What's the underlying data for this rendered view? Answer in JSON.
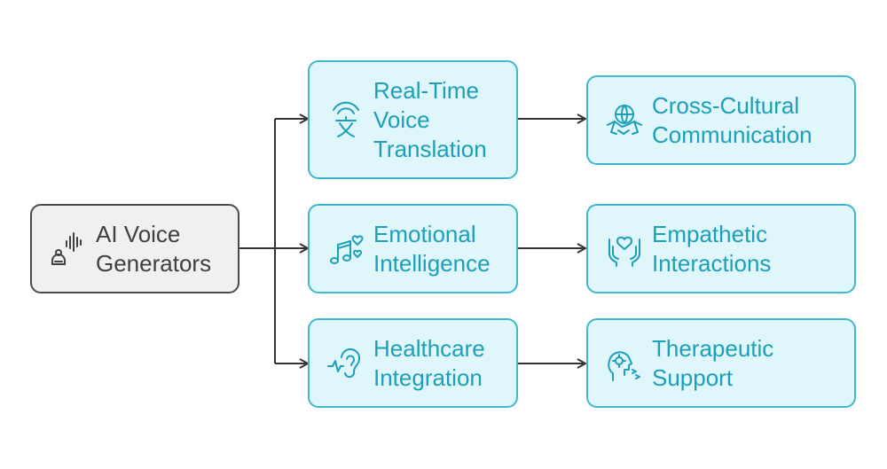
{
  "root": {
    "label": "AI Voice\nGenerators",
    "icon": "robot-voice-icon"
  },
  "branches": [
    {
      "label": "Real-Time\nVoice\nTranslation",
      "icon": "translate-signal-icon",
      "outcome": {
        "label": "Cross-Cultural\nCommunication",
        "icon": "handshake-globe-icon"
      }
    },
    {
      "label": "Emotional\nIntelligence",
      "icon": "music-heart-icon",
      "outcome": {
        "label": "Empathetic\nInteractions",
        "icon": "hands-heart-icon"
      }
    },
    {
      "label": "Healthcare\nIntegration",
      "icon": "ear-sound-icon",
      "outcome": {
        "label": "Therapeutic\nSupport",
        "icon": "head-gear-icon"
      }
    }
  ],
  "colors": {
    "accent": "#3fb7cd",
    "accent_fill": "#dff6fb",
    "accent_text": "#1e9fb9",
    "root_border": "#4a4a4a",
    "root_fill": "#f0f0f0",
    "connector": "#333333"
  }
}
